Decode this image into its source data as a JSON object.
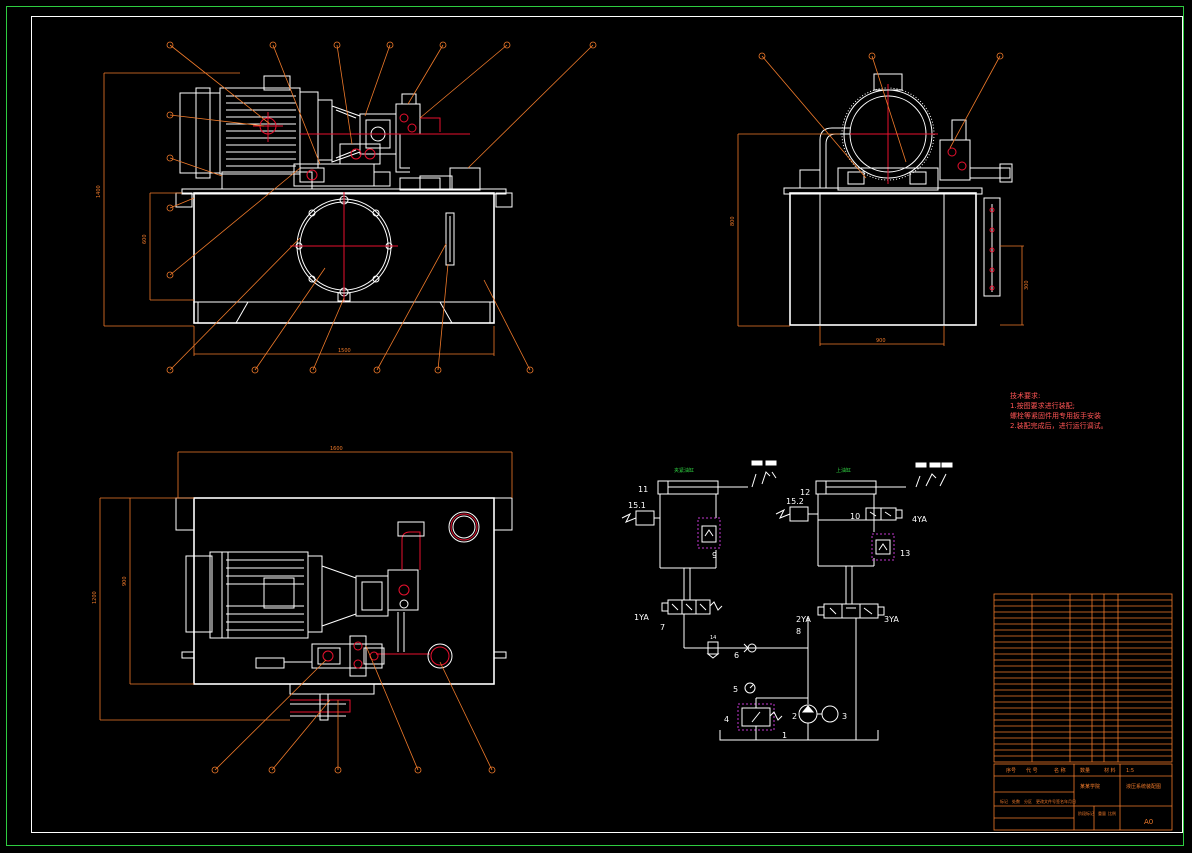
{
  "drawing": {
    "tech_requirements": {
      "title": "技术要求:",
      "lines": [
        "1.按图要求进行装配;",
        "螺栓等紧固件用专用扳手安装",
        "2.装配完成后，进行运行调试。"
      ]
    },
    "dimensions": {
      "front_width": "1500",
      "front_height": "1400",
      "front_tank_height": "600",
      "side_width": "900",
      "side_height": "800",
      "side_gauge": "300",
      "top_width": "1600",
      "top_height": "1200",
      "top_depth": "900"
    },
    "hydraulic": {
      "circuit_labels": {
        "left": "夹紧油缸",
        "right": "上油缸"
      },
      "components": {
        "c1": "1",
        "c2": "2",
        "c3": "3",
        "c4": "4",
        "c5": "5",
        "c6": "6",
        "c7": "7",
        "c8": "8",
        "c9": "9",
        "c10": "10",
        "c11": "11",
        "c12": "12",
        "c13": "13",
        "c14": "14",
        "c15_1": "15.1",
        "c15_2": "15.2"
      },
      "solenoids": {
        "s1": "1YA",
        "s2": "2YA",
        "s3": "3YA",
        "s4": "4YA"
      }
    },
    "title_block": {
      "header_row": [
        "序号",
        "代 号",
        "名 称",
        "数量",
        "材 料"
      ],
      "drawing_name": "液压系统装配图",
      "company": "某某学院",
      "sheet_size": "A0",
      "sign_labels": [
        "标记",
        "处数",
        "分区",
        "更改文件号",
        "签名",
        "年月日"
      ],
      "stage_labels": [
        "阶段标记",
        "重量",
        "比例"
      ],
      "scale": "1:5"
    }
  }
}
